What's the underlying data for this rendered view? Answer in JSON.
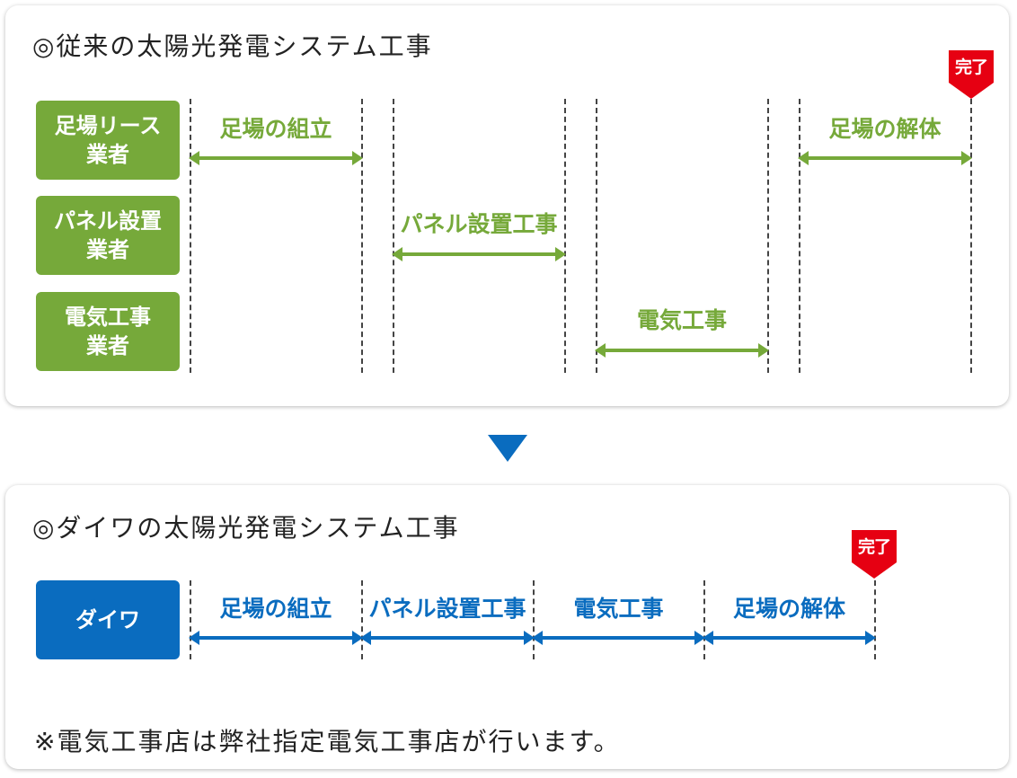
{
  "top": {
    "title": "◎従来の太陽光発電システム工事",
    "rows": [
      {
        "label_line1": "足場リース",
        "label_line2": "業者"
      },
      {
        "label_line1": "パネル設置",
        "label_line2": "業者"
      },
      {
        "label_line1": "電気工事",
        "label_line2": "業者"
      }
    ],
    "segments": [
      "足場の組立",
      "パネル設置工事",
      "電気工事",
      "足場の解体"
    ],
    "done_badge": "完了",
    "color": "#76a93a"
  },
  "bottom": {
    "title": "◎ダイワの太陽光発電システム工事",
    "row_label": "ダイワ",
    "segments": [
      "足場の組立",
      "パネル設置工事",
      "電気工事",
      "足場の解体"
    ],
    "done_badge": "完了",
    "color": "#0a6cbf",
    "note": "※電気工事店は弊社指定電気工事店が行います。"
  },
  "badge_color": "#e60012"
}
